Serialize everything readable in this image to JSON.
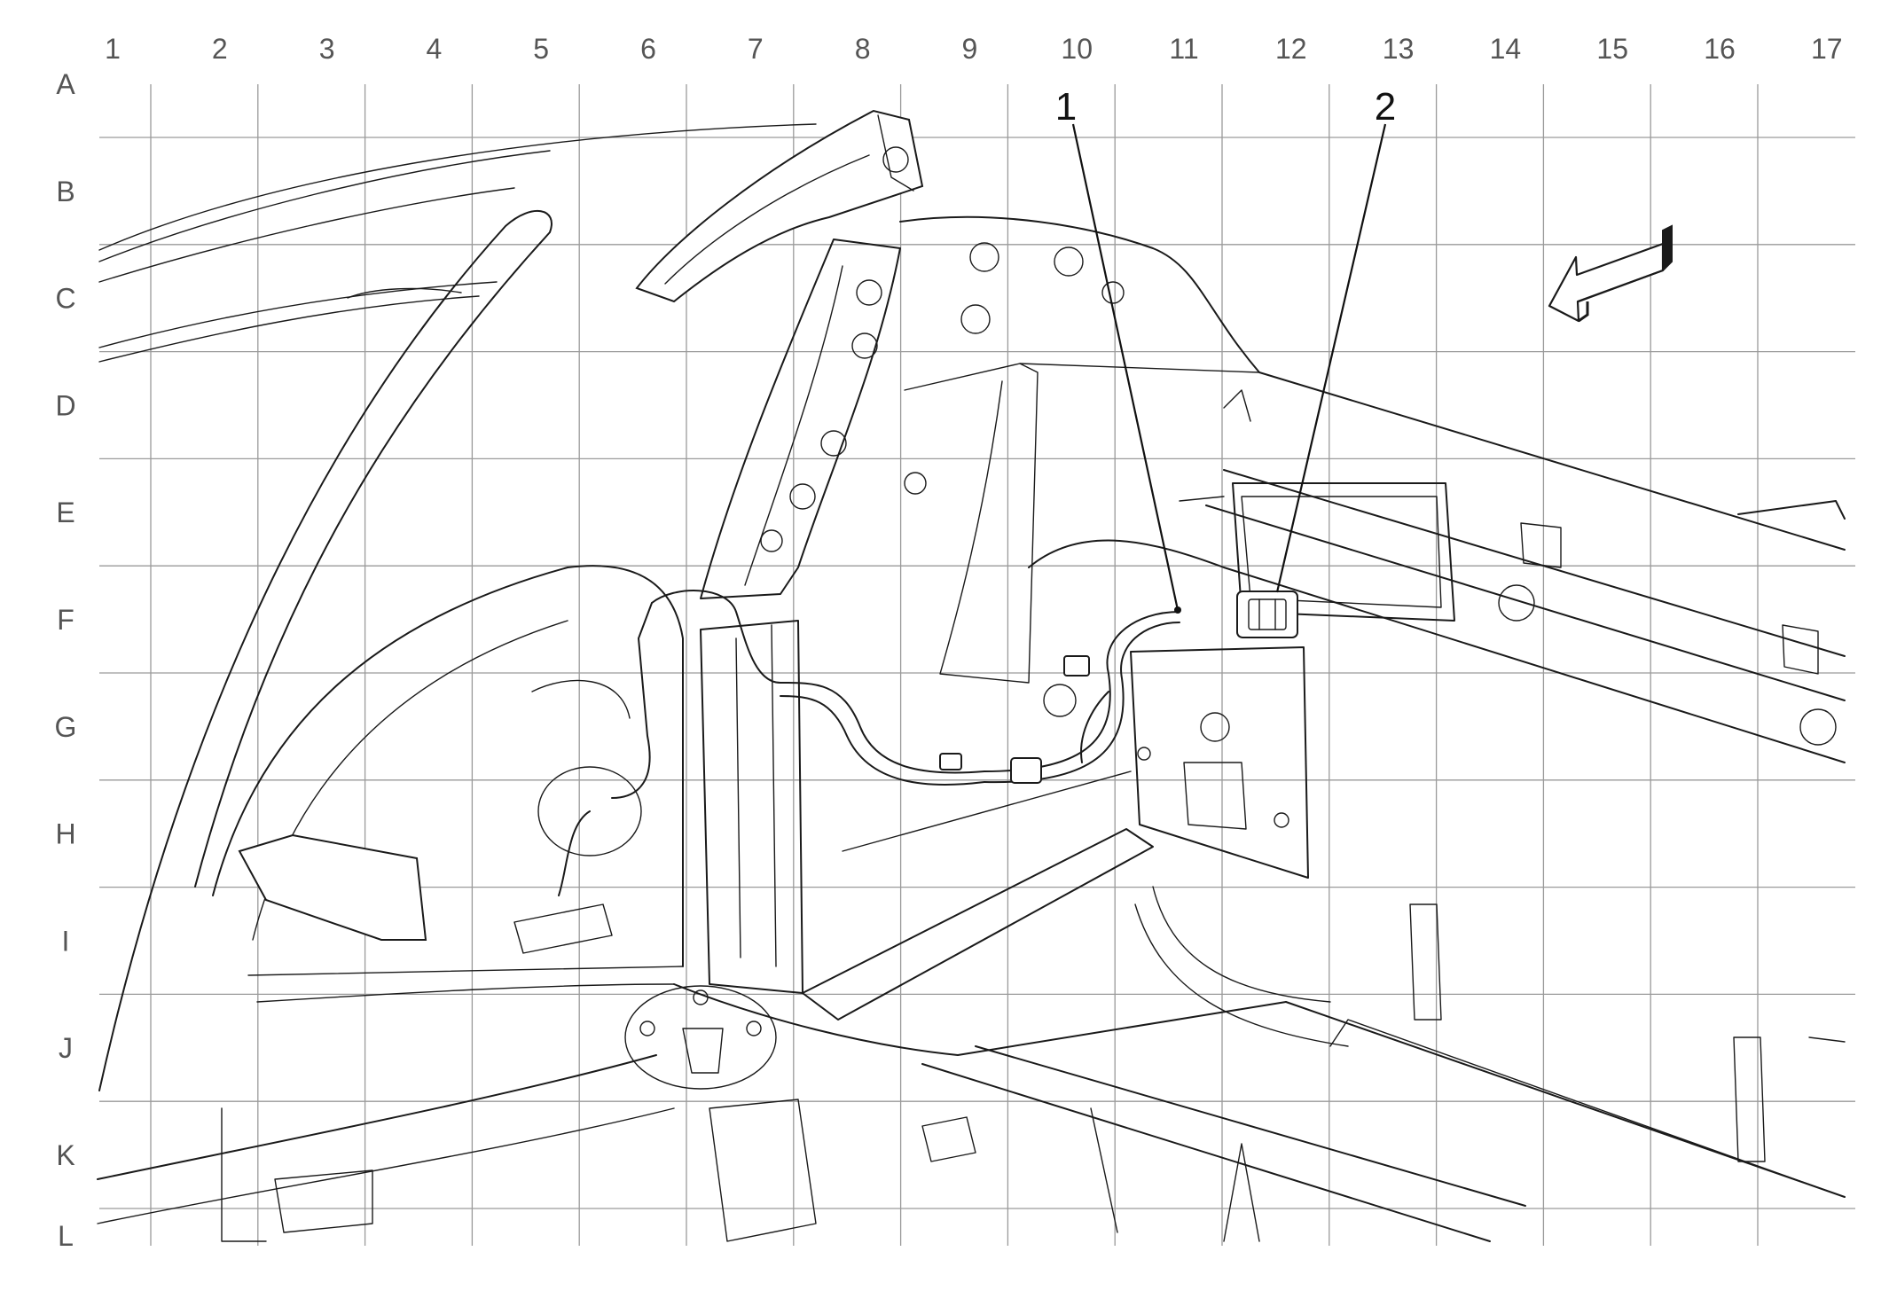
{
  "grid": {
    "columns": [
      "1",
      "2",
      "3",
      "4",
      "5",
      "6",
      "7",
      "8",
      "9",
      "10",
      "11",
      "12",
      "13",
      "14",
      "15",
      "16",
      "17"
    ],
    "rows": [
      "A",
      "B",
      "C",
      "D",
      "E",
      "F",
      "G",
      "H",
      "I",
      "J",
      "K",
      "L"
    ],
    "line_color": "#9a9a9a"
  },
  "callouts": [
    {
      "label": "1",
      "target": "wiring-harness"
    },
    {
      "label": "2",
      "target": "harness-connector"
    }
  ],
  "icons": {
    "direction": "forward-direction-arrow-icon"
  },
  "colors": {
    "ink": "#1a1a1a",
    "background": "#ffffff"
  }
}
